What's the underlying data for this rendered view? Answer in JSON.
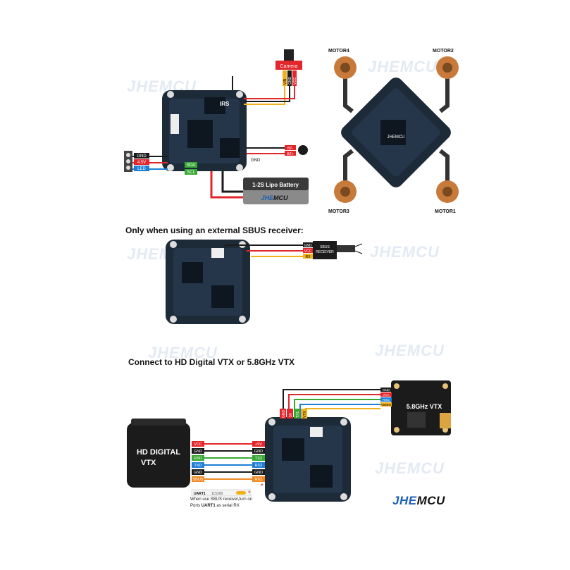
{
  "brand": {
    "logo_part1": "JHE",
    "logo_part2": "MCU",
    "watermark": "JHEMCU"
  },
  "sections": {
    "sbus_heading": "Only when using an external SBUS receiver:",
    "vtx_heading": "Connect to HD Digital VTX or 5.8GHz VTX"
  },
  "top_left": {
    "camera_label": "Camera",
    "camera_pins": [
      "VCC",
      "GND",
      "VIN"
    ],
    "led_pins": [
      "GND",
      "4.5V",
      "LED"
    ],
    "i2c_pins": [
      "SDA",
      "SCL"
    ],
    "buzzer_pins": [
      "BZ-",
      "BZ+"
    ],
    "gnd_label": "GND",
    "battery_label": "1-2S Lipo Battery",
    "battery_logo_1": "JHE",
    "battery_logo_2": "MCU",
    "board_mark": "IRS"
  },
  "motors": {
    "m4": "MOTOR4",
    "m2": "MOTOR2",
    "m3": "MOTOR3",
    "m1": "MOTOR1",
    "board_name": "JHEMCU"
  },
  "sbus": {
    "pins": [
      "GND",
      "VCC",
      "RX"
    ],
    "receiver_label_1": "SBUS",
    "receiver_label_2": "RECEIVER"
  },
  "vtx": {
    "hd_title_1": "HD DIGITAL",
    "hd_title_2": "VTX",
    "hd_pins": [
      "VCC",
      "GND",
      "RXD",
      "TXD",
      "GND",
      "SBUS"
    ],
    "fc_pins": [
      "+9V",
      "GND",
      "TX2",
      "RX2",
      "GND",
      "RX1"
    ],
    "analog_title": "5.8GHz VTX",
    "analog_pins": [
      "GND",
      "VCC",
      "RXD",
      "VIDEO"
    ],
    "top_pads": [
      "GND",
      "5V",
      "TX1",
      "VTX"
    ],
    "uart_row": {
      "port": "UART1",
      "baud": "115200"
    },
    "note_text_1": "When use SBUS receiver,turn on",
    "note_text_2": "Ports",
    "note_text_bold": "UART1",
    "note_text_3": "as serial RX"
  },
  "colors": {
    "red": "#e3262b",
    "black": "#1b1b1b",
    "yellow": "#f2b21c",
    "green": "#39a935",
    "blue": "#1f7fd6",
    "orange": "#f08a24",
    "board": "#1d2a38",
    "copper": "#c77a3a"
  }
}
